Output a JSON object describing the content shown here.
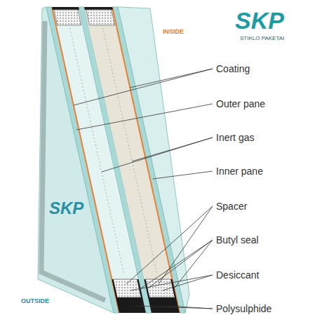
{
  "diagram": {
    "labels": [
      "SKP",
      "STIKLO PAKETAI",
      "INSIDE",
      "Coating",
      "Outer pane",
      "Inert gas",
      "Inner pane",
      "Spacer",
      "Butyl seal",
      "Desiccant",
      "Polysulphide",
      "SKP",
      "OUTSIDE"
    ]
  }
}
